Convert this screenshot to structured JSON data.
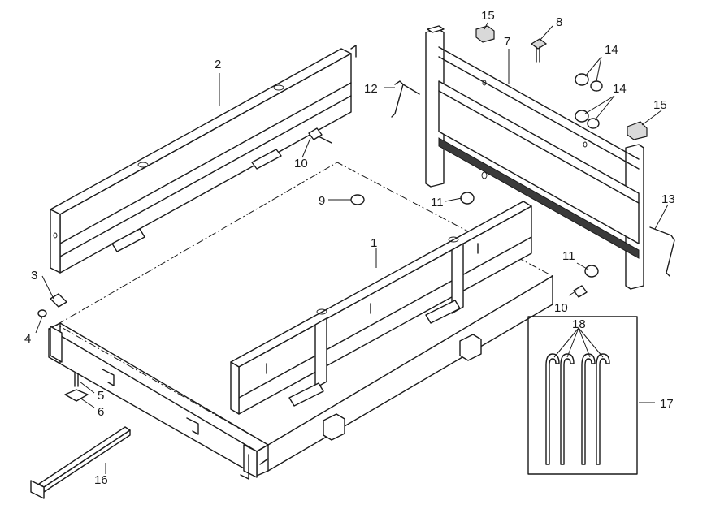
{
  "callouts": {
    "c1": "1",
    "c2": "2",
    "c3": "3",
    "c4": "4",
    "c5": "5",
    "c6": "6",
    "c7": "7",
    "c8": "8",
    "c9": "9",
    "c10a": "10",
    "c10b": "10",
    "c11a": "11",
    "c11b": "11",
    "c12": "12",
    "c13": "13",
    "c14a": "14",
    "c14b": "14",
    "c15a": "15",
    "c15b": "15",
    "c16": "16",
    "c17": "17",
    "c18": "18"
  }
}
